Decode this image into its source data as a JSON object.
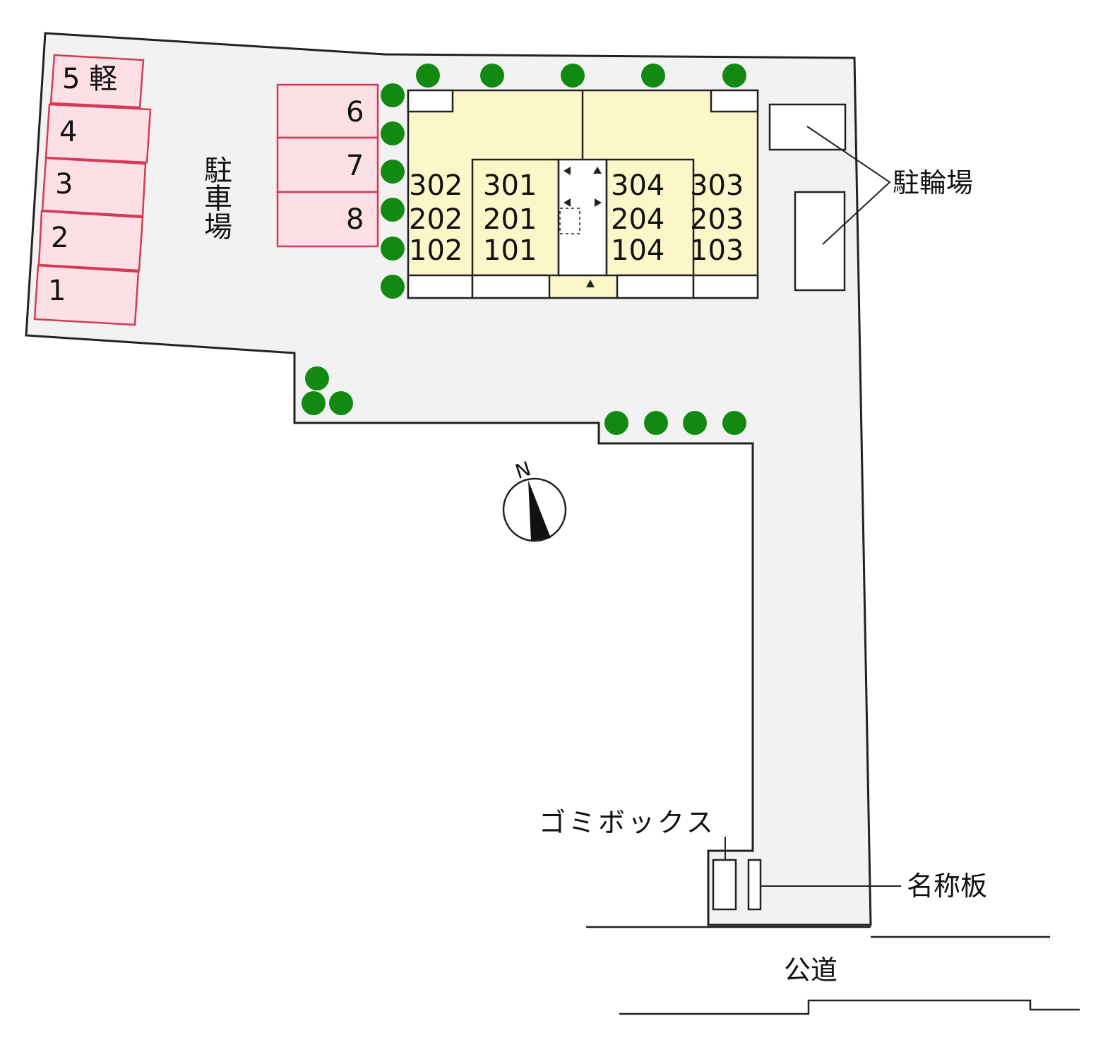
{
  "colors": {
    "lot": "#f2f2f2",
    "parking": "#fde0e6",
    "parking_border": "#d43a55",
    "building": "#fcf7c9",
    "tree": "#128a12",
    "line": "#222222"
  },
  "parking_label": "駐車場",
  "parking_left": [
    "5 軽",
    "4",
    "3",
    "2",
    "1"
  ],
  "parking_mid": [
    "6",
    "7",
    "8"
  ],
  "units": {
    "col1": [
      "302",
      "202",
      "102"
    ],
    "col2": [
      "301",
      "201",
      "101"
    ],
    "col3": [
      "304",
      "204",
      "104"
    ],
    "col4": [
      "303",
      "203",
      "103"
    ]
  },
  "bicycle_label": "駐輪場",
  "garbage_label": "ゴミボックス",
  "nameplate_label": "名称板",
  "road_label": "公道",
  "compass": {
    "label": "N",
    "icon": "north-arrow-icon"
  }
}
